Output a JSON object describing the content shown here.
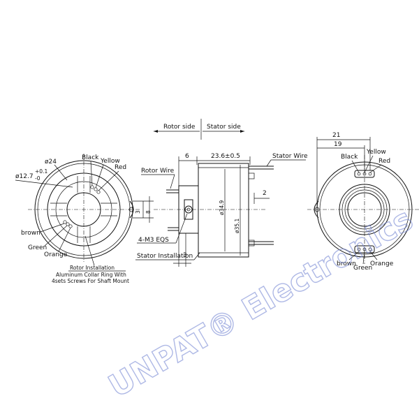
{
  "watermark": "UNPAT® Electronics",
  "side_labels": {
    "rotor_side": "Rotor side",
    "stator_side": "Stator side"
  },
  "front_view": {
    "dia_outer": "ø24",
    "dia_bore": "ø12.7",
    "tol_upper": "+0.1",
    "tol_lower": "-0",
    "wires_top": [
      "Black",
      "Yellow",
      "Red"
    ],
    "wires_bottom": [
      "brown",
      "Green",
      "Orange"
    ],
    "dim_3": "3",
    "dim_8": "8",
    "note_line1": "Rotor Installation",
    "note_line2": "Aluminum Collar Ring With",
    "note_line3": "4sets Screws For Shaft Mount"
  },
  "side_view": {
    "dim_6": "6",
    "dim_length": "23.6±0.5",
    "rotor_wire": "Rotor Wire",
    "stator_wire": "Stator Wire",
    "dia_349": "ø34.9",
    "dia_351": "ø35.1",
    "dim_2": "2",
    "thread": "4-M3 EQS",
    "stator_install": "Stator Installation",
    "dim_3": "3"
  },
  "rear_view": {
    "dim_21": "21",
    "dim_19": "19",
    "wires_top": [
      "Black",
      "Yellow",
      "Red"
    ],
    "wires_bottom": [
      "brown",
      "Green",
      "Orange"
    ]
  }
}
